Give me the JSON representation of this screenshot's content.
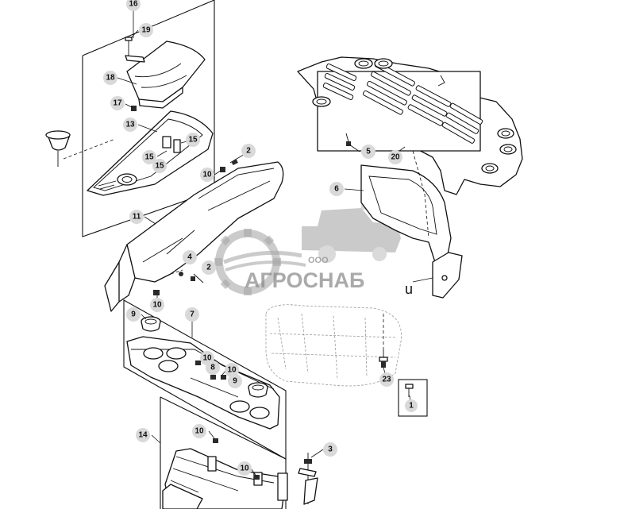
{
  "watermark": {
    "prefix": "ООО",
    "name": "АГРОСНАБ"
  },
  "stray_text": "u",
  "callouts": [
    {
      "id": "16",
      "label": "16"
    },
    {
      "id": "19",
      "label": "19"
    },
    {
      "id": "18",
      "label": "18"
    },
    {
      "id": "17",
      "label": "17"
    },
    {
      "id": "13",
      "label": "13"
    },
    {
      "id": "15a",
      "label": "15"
    },
    {
      "id": "15b",
      "label": "15"
    },
    {
      "id": "15c",
      "label": "15"
    },
    {
      "id": "2a",
      "label": "2"
    },
    {
      "id": "10a",
      "label": "10"
    },
    {
      "id": "11",
      "label": "11"
    },
    {
      "id": "4",
      "label": "4"
    },
    {
      "id": "2b",
      "label": "2"
    },
    {
      "id": "10b",
      "label": "10"
    },
    {
      "id": "9a",
      "label": "9"
    },
    {
      "id": "7",
      "label": "7"
    },
    {
      "id": "10c",
      "label": "10"
    },
    {
      "id": "8",
      "label": "8"
    },
    {
      "id": "10d",
      "label": "10"
    },
    {
      "id": "9b",
      "label": "9"
    },
    {
      "id": "5",
      "label": "5"
    },
    {
      "id": "20",
      "label": "20"
    },
    {
      "id": "6",
      "label": "6"
    },
    {
      "id": "23",
      "label": "23"
    },
    {
      "id": "1",
      "label": "1"
    },
    {
      "id": "14",
      "label": "14"
    },
    {
      "id": "10e",
      "label": "10"
    },
    {
      "id": "10f",
      "label": "10"
    },
    {
      "id": "3",
      "label": "3"
    }
  ]
}
